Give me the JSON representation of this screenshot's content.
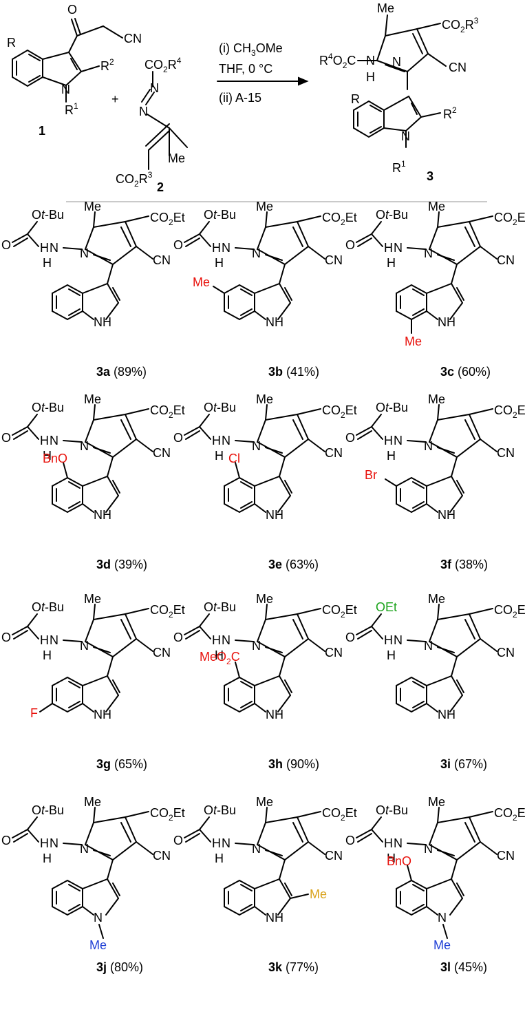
{
  "scheme": {
    "reagents": {
      "step1": "(i) CH3OMe",
      "step1_cond": "THF, 0 °C",
      "step2": "(ii) A-15"
    },
    "compound_labels": {
      "c1": "1",
      "c2": "2",
      "c3": "3",
      "plus": "+"
    },
    "substituents": {
      "R": "R",
      "R1": "R1",
      "R2": "R2",
      "CN": "CN",
      "CO2R3": "CO2R3",
      "CO2R4": "CO2R4",
      "R4O2C": "R4O2C",
      "Me": "Me",
      "N": "N",
      "H": "H",
      "O": "O",
      "NH": "NH"
    }
  },
  "colors": {
    "red": "#e8120c",
    "green": "#1aa31a",
    "blue": "#1f3fd6",
    "gold": "#d9a21a",
    "black": "#000000",
    "divider": "#b8b8b8"
  },
  "products": [
    {
      "id": "3a",
      "yield": "(89%)",
      "ester": "Ot-Bu",
      "sub_text": "",
      "sub_color": "black",
      "sub_pos": "none",
      "n1": "NH"
    },
    {
      "id": "3b",
      "yield": "(41%)",
      "ester": "Ot-Bu",
      "sub_text": "Me",
      "sub_color": "red",
      "sub_pos": "C5",
      "n1": "NH"
    },
    {
      "id": "3c",
      "yield": "(60%)",
      "ester": "Ot-Bu",
      "sub_text": "Me",
      "sub_color": "red",
      "sub_pos": "C7",
      "n1": "NH"
    },
    {
      "id": "3d",
      "yield": "(39%)",
      "ester": "Ot-Bu",
      "sub_text": "BnO",
      "sub_color": "red",
      "sub_pos": "C4",
      "n1": "NH"
    },
    {
      "id": "3e",
      "yield": "(63%)",
      "ester": "Ot-Bu",
      "sub_text": "Cl",
      "sub_color": "red",
      "sub_pos": "C4",
      "n1": "NH"
    },
    {
      "id": "3f",
      "yield": "(38%)",
      "ester": "Ot-Bu",
      "sub_text": "Br",
      "sub_color": "red",
      "sub_pos": "C5",
      "n1": "NH"
    },
    {
      "id": "3g",
      "yield": "(65%)",
      "ester": "Ot-Bu",
      "sub_text": "F",
      "sub_color": "red",
      "sub_pos": "C6",
      "n1": "NH"
    },
    {
      "id": "3h",
      "yield": "(90%)",
      "ester": "Ot-Bu",
      "sub_text": "MeO2C",
      "sub_color": "red",
      "sub_pos": "C4",
      "n1": "NH"
    },
    {
      "id": "3i",
      "yield": "(67%)",
      "ester": "OEt",
      "sub_text": "",
      "sub_color": "black",
      "sub_pos": "none",
      "n1": "NH"
    },
    {
      "id": "3j",
      "yield": "(80%)",
      "ester": "Ot-Bu",
      "sub_text": "Me",
      "sub_color": "blue",
      "sub_pos": "N1",
      "n1": "N"
    },
    {
      "id": "3k",
      "yield": "(77%)",
      "ester": "Ot-Bu",
      "sub_text": "Me",
      "sub_color": "gold",
      "sub_pos": "C2",
      "n1": "NH"
    },
    {
      "id": "3l",
      "yield": "(45%)",
      "ester": "Ot-Bu",
      "sub_text": "BnO|Me",
      "sub_color": "red|blue",
      "sub_pos": "C4|N1",
      "n1": "N"
    }
  ]
}
